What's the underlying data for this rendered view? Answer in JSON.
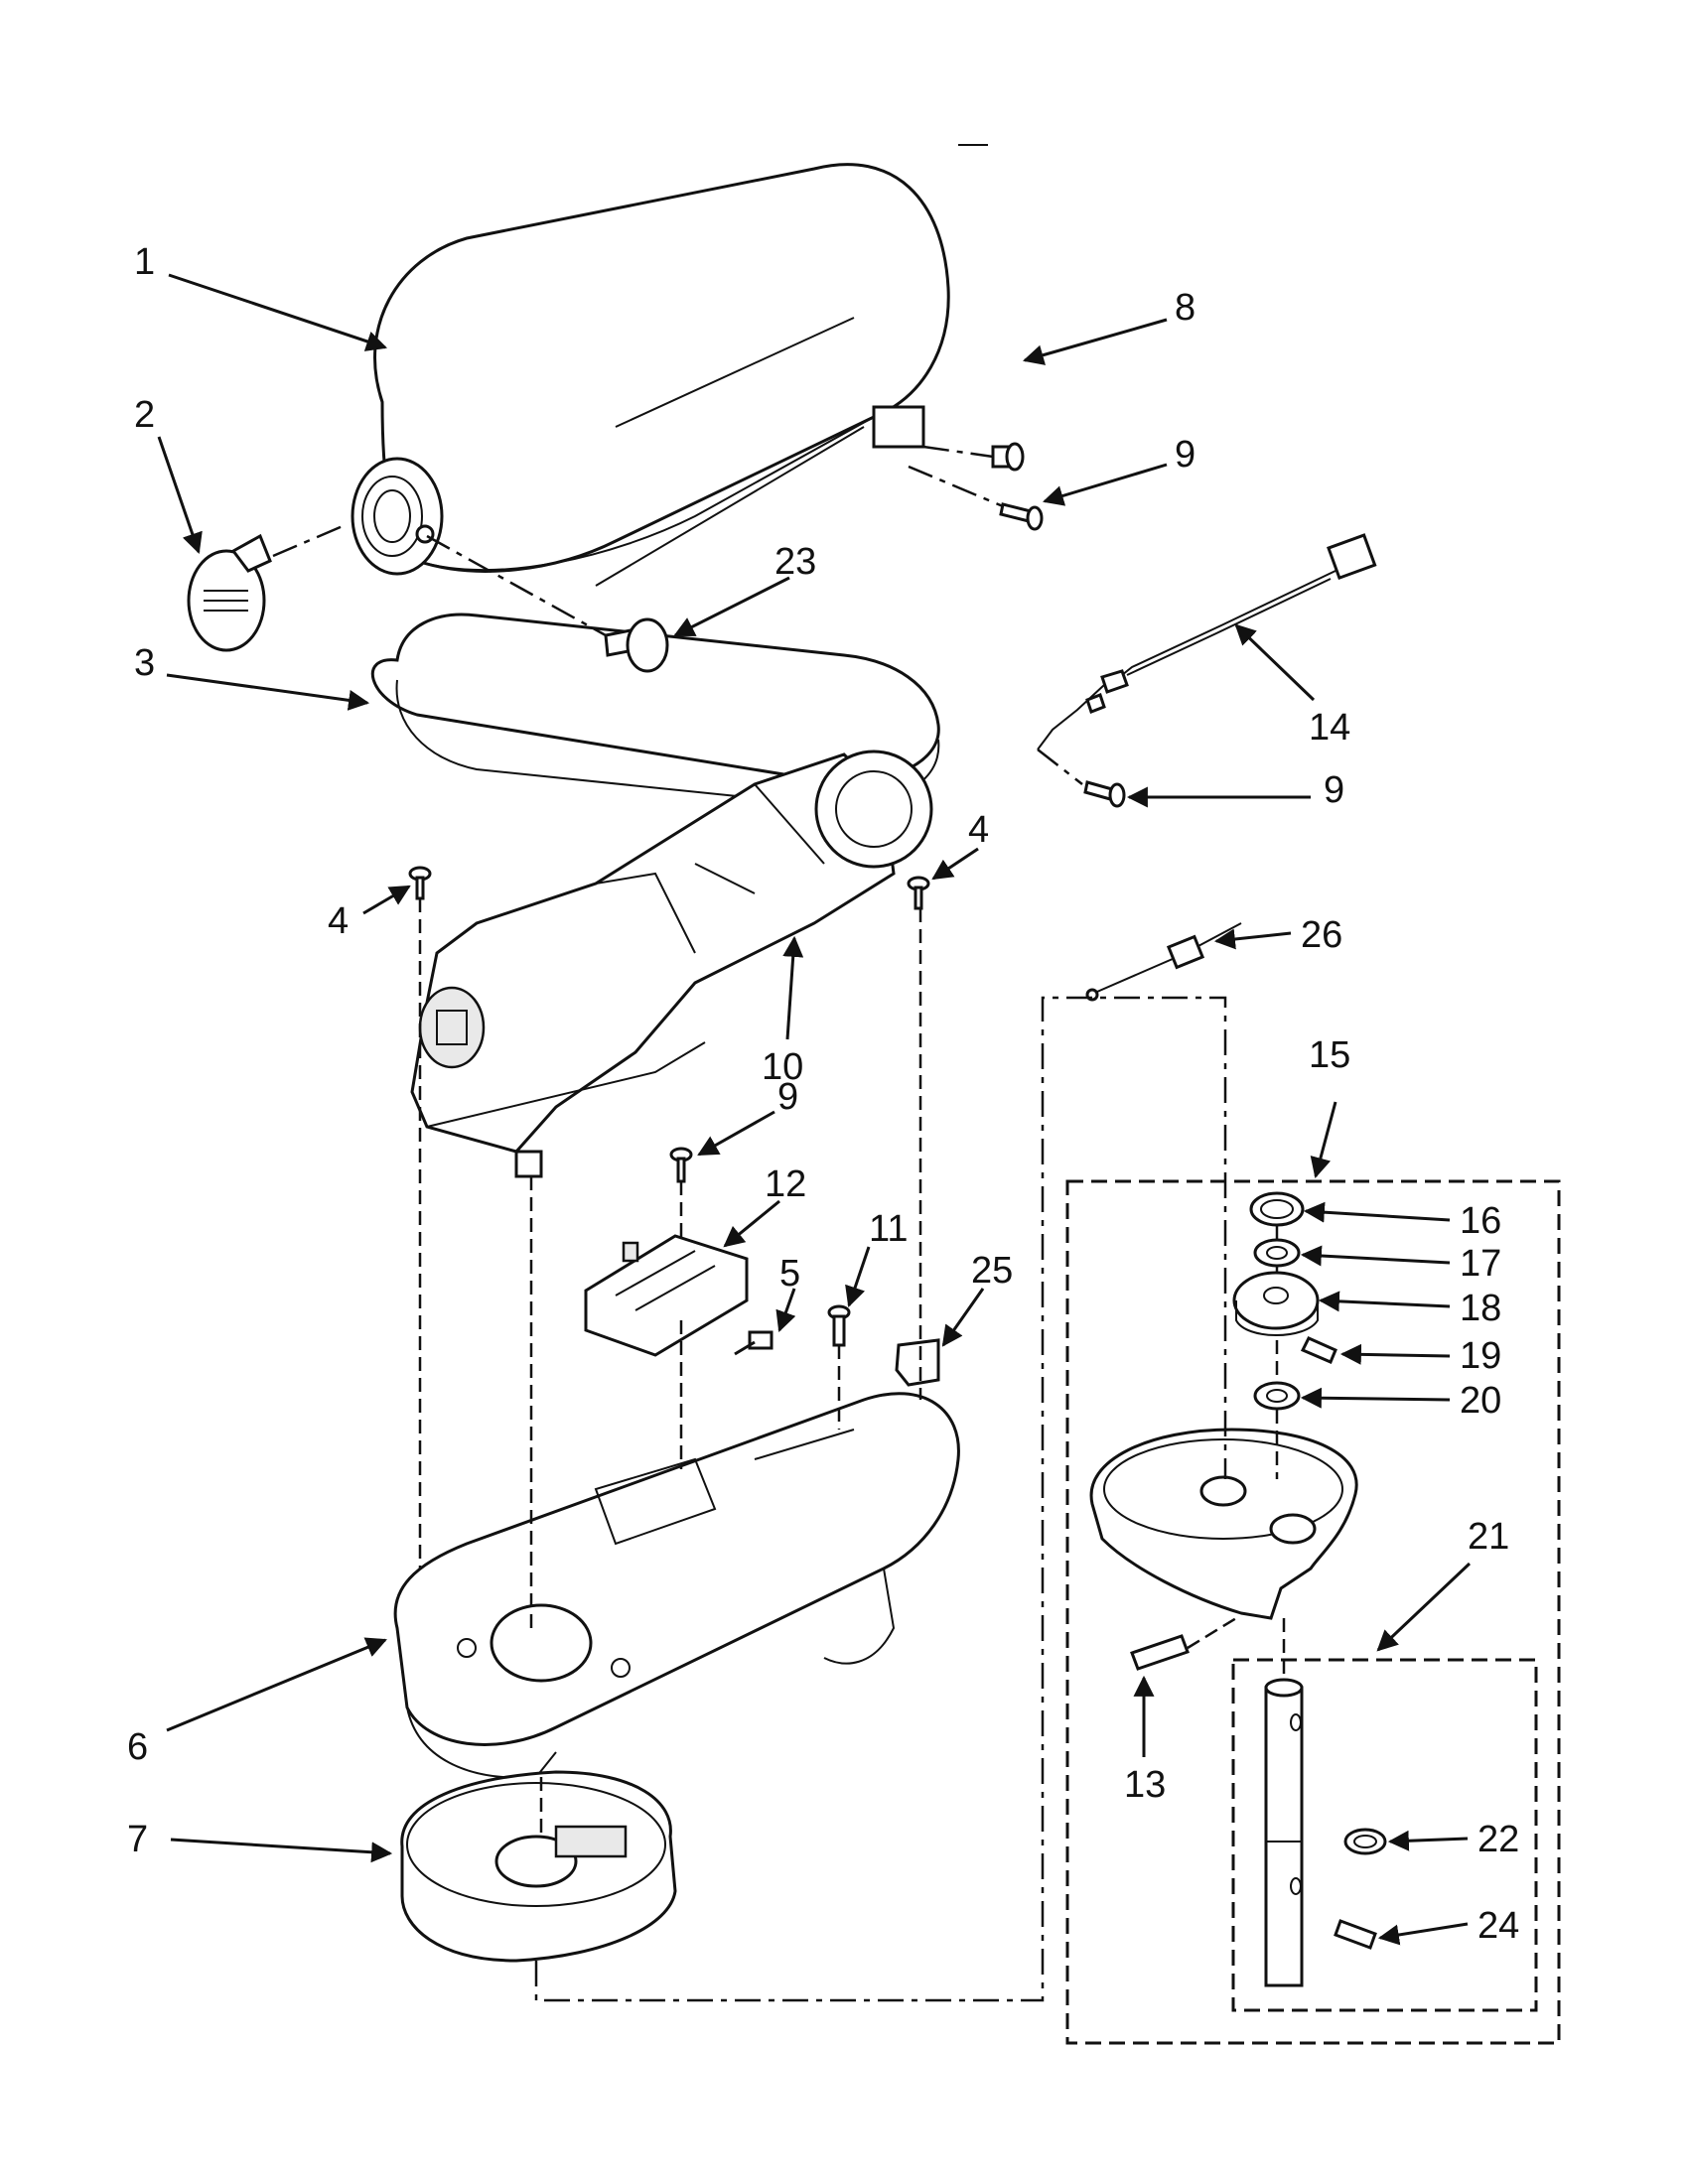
{
  "callouts": [
    "1",
    "2",
    "3",
    "8",
    "9",
    "23",
    "14",
    "9",
    "4",
    "10",
    "4",
    "26",
    "15",
    "9",
    "12",
    "11",
    "5",
    "25",
    "16",
    "17",
    "18",
    "19",
    "20",
    "21",
    "6",
    "13",
    "22",
    "7",
    "24"
  ],
  "colors": {
    "line": "#111111",
    "paper": "#ffffff",
    "shade": "#e9e9e9"
  }
}
